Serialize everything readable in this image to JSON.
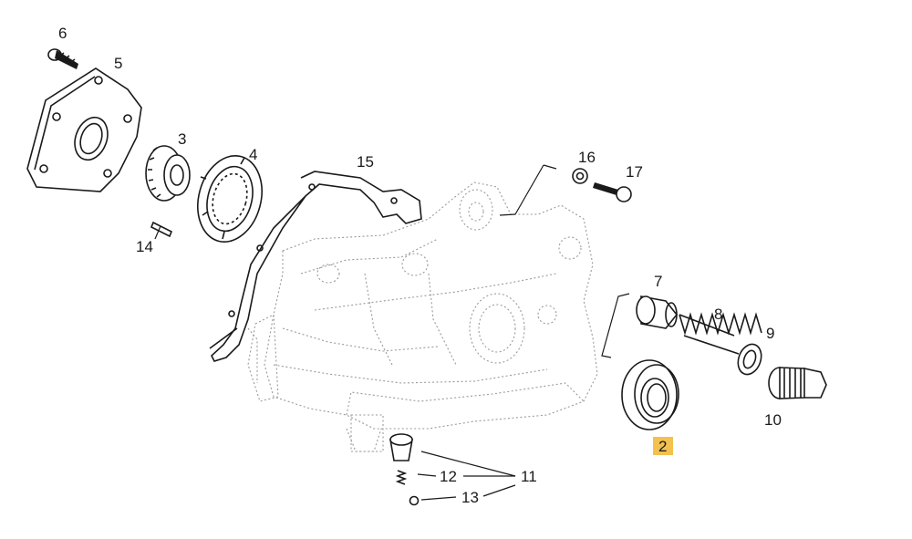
{
  "diagram": {
    "highlight_color": "#f2c14e",
    "callouts": {
      "n2": "2",
      "n3": "3",
      "n4": "4",
      "n5": "5",
      "n6": "6",
      "n7": "7",
      "n8": "8",
      "n9": "9",
      "n10": "10",
      "n11": "11",
      "n12": "12",
      "n13": "13",
      "n14": "14",
      "n15": "15",
      "n16": "16",
      "n17": "17"
    }
  }
}
